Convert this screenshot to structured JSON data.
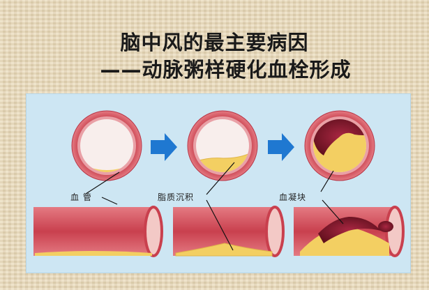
{
  "title": {
    "line1": "脑中风的最主要病因",
    "line2": "——动脉粥样硬化血栓形成"
  },
  "labels": {
    "vessel": "血 管",
    "lipid_deposit": "脂质沉积",
    "clot": "血凝块"
  },
  "colors": {
    "background": "#e9d9b7",
    "panel": "#cde6f3",
    "vessel_wall": "#d9606a",
    "lumen": "#f5dedd",
    "plaque": "#f3cf62",
    "clot": "#8b1b2e",
    "arrow": "#1f78d1"
  },
  "icons": [
    "right-arrow-icon",
    "right-arrow-icon"
  ]
}
